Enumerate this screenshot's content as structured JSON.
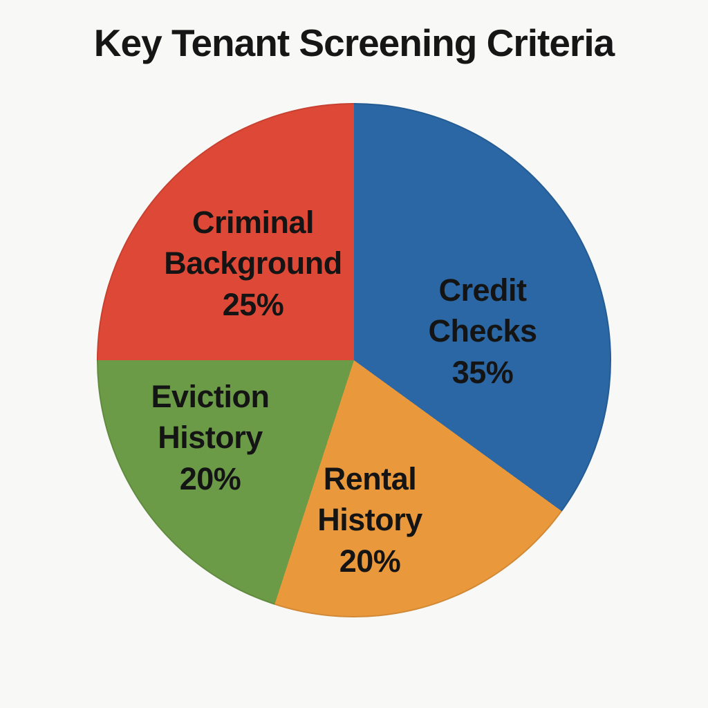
{
  "title": "Key Tenant Screening Criteria",
  "colors": {
    "background": "#f8f8f6",
    "text": "#161616"
  },
  "chart_data": {
    "type": "pie",
    "title": "Key Tenant Screening Criteria",
    "start_angle_deg": 0,
    "direction": "clockwise",
    "legend": "none",
    "labels_position": "inside",
    "slices": [
      {
        "name": "Credit Checks",
        "value": 35,
        "pct_label": "35%",
        "color": "#2a67a4"
      },
      {
        "name": "Rental History",
        "value": 20,
        "pct_label": "20%",
        "color": "#e9993c"
      },
      {
        "name": "Eviction History",
        "value": 20,
        "pct_label": "20%",
        "color": "#6c9b48"
      },
      {
        "name": "Criminal Background",
        "value": 25,
        "pct_label": "25%",
        "color": "#de4937"
      }
    ]
  }
}
